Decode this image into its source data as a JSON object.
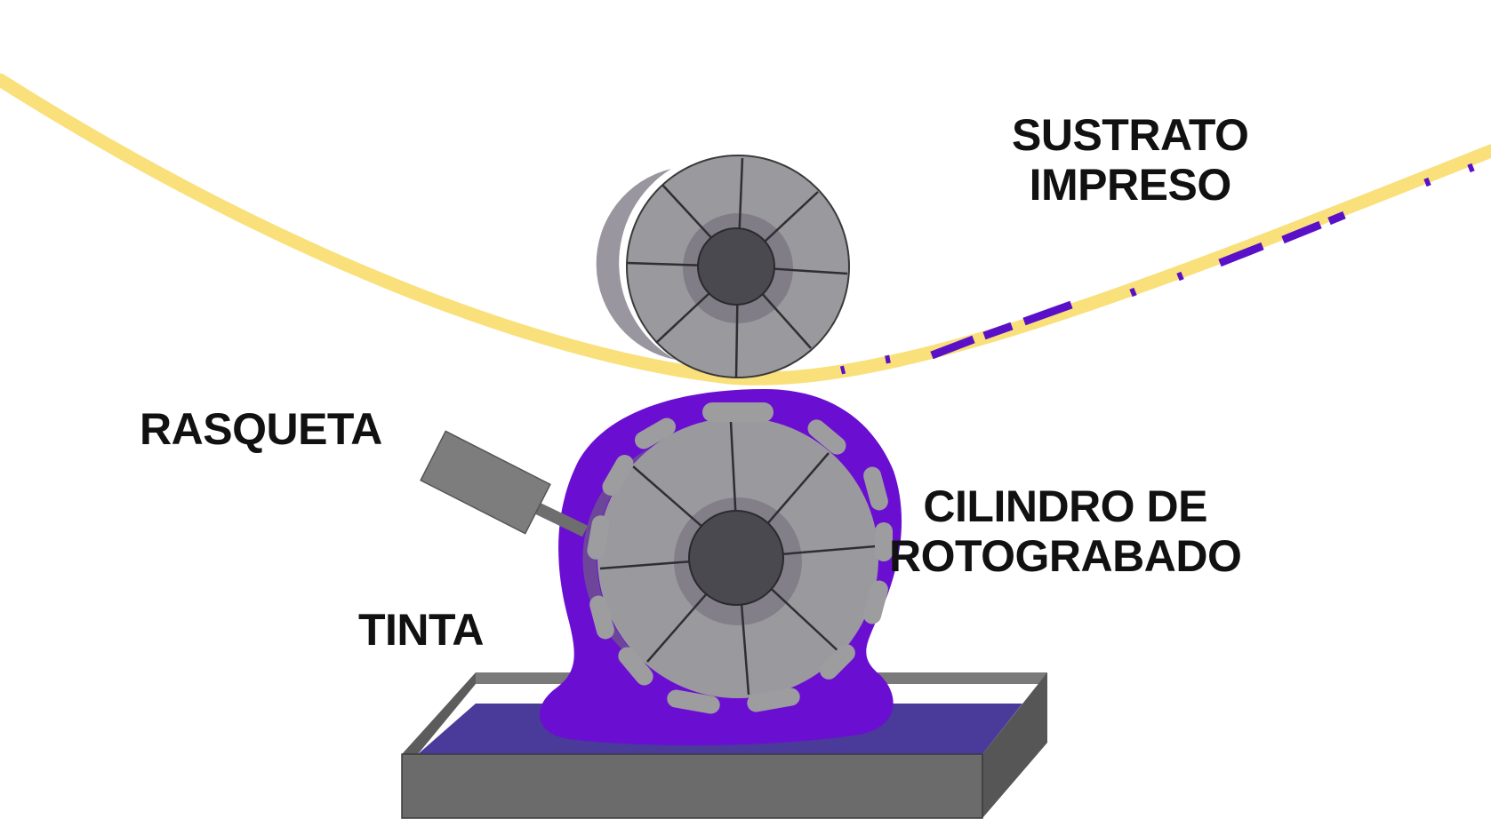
{
  "labels": {
    "sustrato": [
      "SUSTRATO",
      "IMPRESO"
    ],
    "rasqueta": "RASQUETA",
    "cilindro": [
      "CILINDRO DE",
      "ROTOGRABADO"
    ],
    "tinta": "TINTA"
  },
  "colors": {
    "substrate": "#f9e07a",
    "ink": "#6a0fd1",
    "ink_print": "#5a0fc8",
    "roller_face": "#9a9a9e",
    "roller_hub": "#4a4950",
    "roller_shadow": "#6f6a78",
    "tray_front": "#6b6b6b",
    "tray_side": "#565656",
    "tray_top": "#7a7a7a",
    "tray_ink": "#4a3a9a",
    "doctor_blade": "#7d7d7d"
  }
}
